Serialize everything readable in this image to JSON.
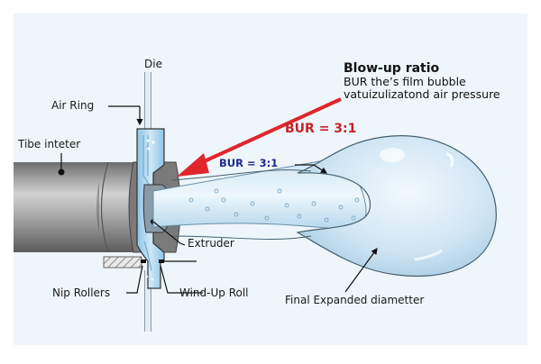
{
  "diagram": {
    "title": "Blow-up ratio",
    "description": "BUR the’s film bubble vatuizulizatond air pressure",
    "bur_main": "BUR = 3:1",
    "bur_small": "BUR = 3:1",
    "labels": {
      "die": "Die",
      "air_ring": "Air Ring",
      "tube": "Tibe inteter",
      "extruder": "Extruder",
      "nip_rollers": "Nip Rollers",
      "wind_up_roll": "Wind-Up Roll",
      "final_diameter": "Final Expanded diametter"
    },
    "colors": {
      "background": "#eef6fb",
      "arrow": "#e0252b",
      "bubble": "#b9d8ec",
      "film": "#a9cfe8",
      "barrel": "#8e8e8e",
      "bur_red": "#c6232a",
      "bur_blue": "#1f2a8c"
    }
  }
}
